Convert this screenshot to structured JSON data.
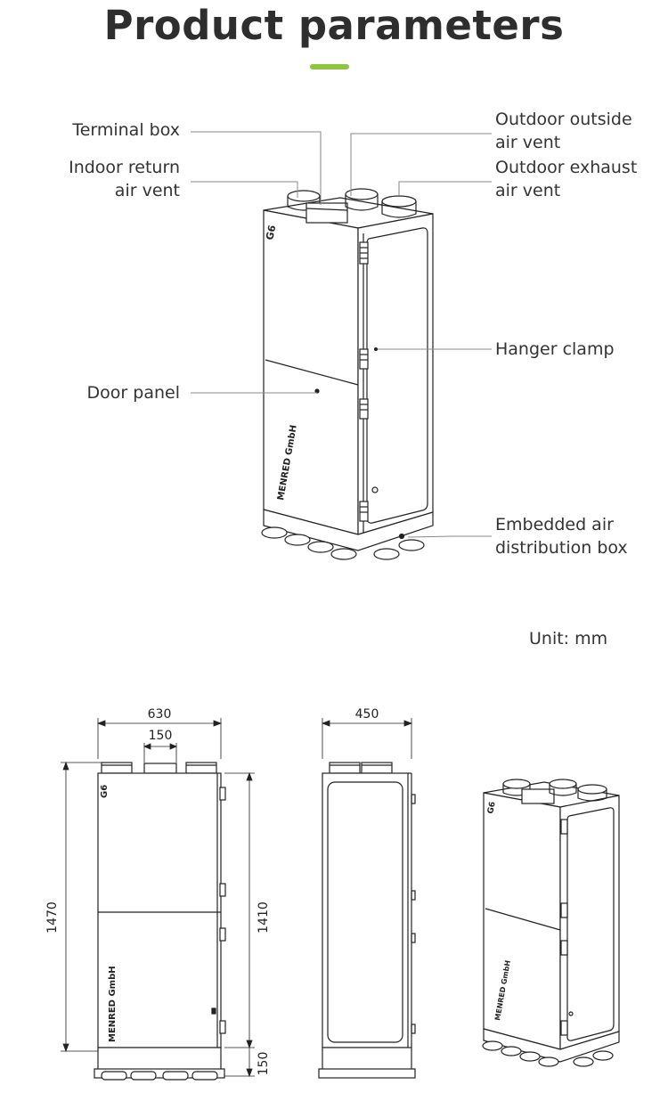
{
  "page": {
    "title": "Product parameters",
    "accent_color": "#8cc63f",
    "unit_label": "Unit: mm"
  },
  "callouts": {
    "terminal_box": "Terminal box",
    "indoor_return_1": "Indoor return",
    "indoor_return_2": "air vent",
    "door_panel": "Door panel",
    "outdoor_outside_1": "Outdoor outside",
    "outdoor_outside_2": "air vent",
    "outdoor_exhaust_1": "Outdoor exhaust",
    "outdoor_exhaust_2": "air vent",
    "hanger_clamp": "Hanger clamp",
    "embedded_1": "Embedded air",
    "embedded_2": "distribution box"
  },
  "device": {
    "model_mark": "G6",
    "brand_mark": "MENRED GmbH"
  },
  "dimensions": {
    "width": "630",
    "vent_spacing": "150",
    "depth": "450",
    "total_height": "1470",
    "cabinet_height": "1410",
    "base_height": "150"
  }
}
